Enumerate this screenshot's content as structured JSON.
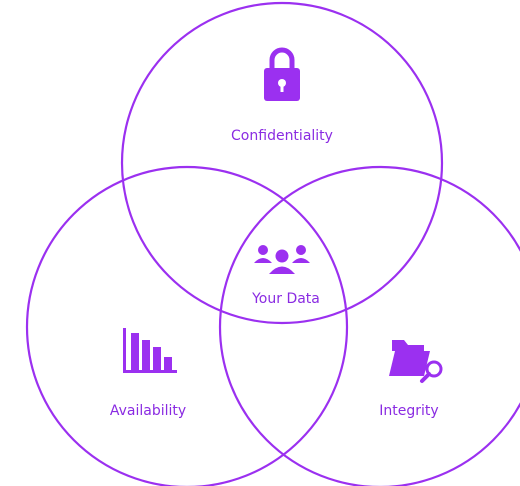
{
  "diagram": {
    "accent_color": "#9b30f0",
    "circles": [
      {
        "id": "confidentiality",
        "label": "Confidentiality",
        "icon": "lock-icon"
      },
      {
        "id": "availability",
        "label": "Availability",
        "icon": "bar-chart-icon"
      },
      {
        "id": "integrity",
        "label": "Integrity",
        "icon": "folder-search-icon"
      }
    ],
    "center": {
      "label": "Your Data",
      "icon": "users-group-icon"
    }
  }
}
